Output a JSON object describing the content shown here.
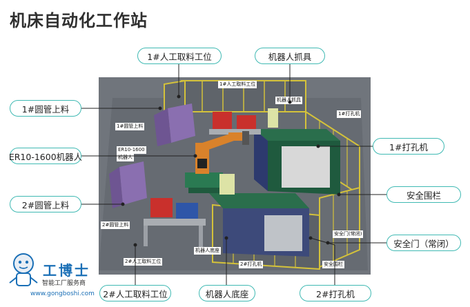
{
  "title": "机床自动化工作站",
  "callouts": {
    "station1_manual": "1#人工取料工位",
    "robot_gripper": "机器人抓具",
    "tube_loading1": "1#圆管上料",
    "robot_model": "ER10-1600机器人",
    "drill1": "1#打孔机",
    "tube_loading2": "2#圆管上料",
    "safety_fence": "安全围栏",
    "safety_door": "安全门（常闭）",
    "station2_manual": "2#人工取料工位",
    "robot_base": "机器人底座",
    "drill2": "2#打孔机"
  },
  "image_labels": {
    "station1_manual": "1#人工取料工位",
    "robot_gripper": "机器人抓具",
    "tube_loading1": "1#圆管上料",
    "drill1": "1#打孔机",
    "robot_model_line1": "ER10-1600",
    "robot_model_line2": "机器人",
    "tube_loading2": "2#圆管上料",
    "station2_manual": "2#人工取料工位",
    "robot_base": "机器人底座",
    "drill2": "2#打孔机",
    "safety_door": "安全门(常闭)",
    "safety_fence": "安全围栏"
  },
  "logo": {
    "name": "工博士",
    "subtitle": "智能工厂服务商",
    "url": "www.gongboshi.com"
  },
  "colors": {
    "accent": "#3fb9b3",
    "fence": "#d4c23a",
    "machine_green": "#1f5a3e",
    "robot_orange": "#d9822b",
    "feeder_purple": "#8a6fb0",
    "scene_bg": "#70757c",
    "brand_blue": "#1a6fb6"
  }
}
